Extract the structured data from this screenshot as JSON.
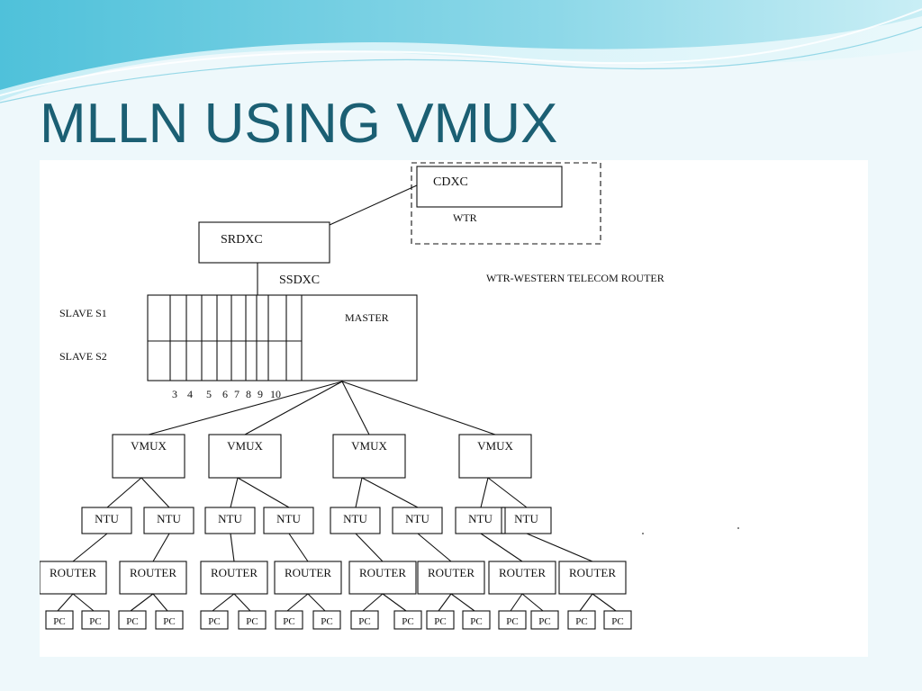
{
  "slide": {
    "title": "MLLN USING VMUX"
  },
  "diagram": {
    "wtr_group": {
      "cdxc_label": "CDXC",
      "wtr_label": "WTR"
    },
    "srdxc_label": "SRDXC",
    "ssdxc_label": "SSDXC",
    "legend_text": "WTR-WESTERN TELECOM ROUTER",
    "master_label": "MASTER",
    "slave_labels": [
      "SLAVE S1",
      "SLAVE S2"
    ],
    "slot_numbers": [
      "3",
      "4",
      "5",
      "6",
      "7",
      "8",
      "9",
      "10"
    ],
    "vmux_label": "VMUX",
    "ntu_label": "NTU",
    "router_label": "ROUTER",
    "pc_label": "PC"
  },
  "colors": {
    "title": "#1b5f73",
    "wave_dark": "#3fb6d2",
    "wave_light": "#aee3ee",
    "background": "#eef8fb"
  }
}
